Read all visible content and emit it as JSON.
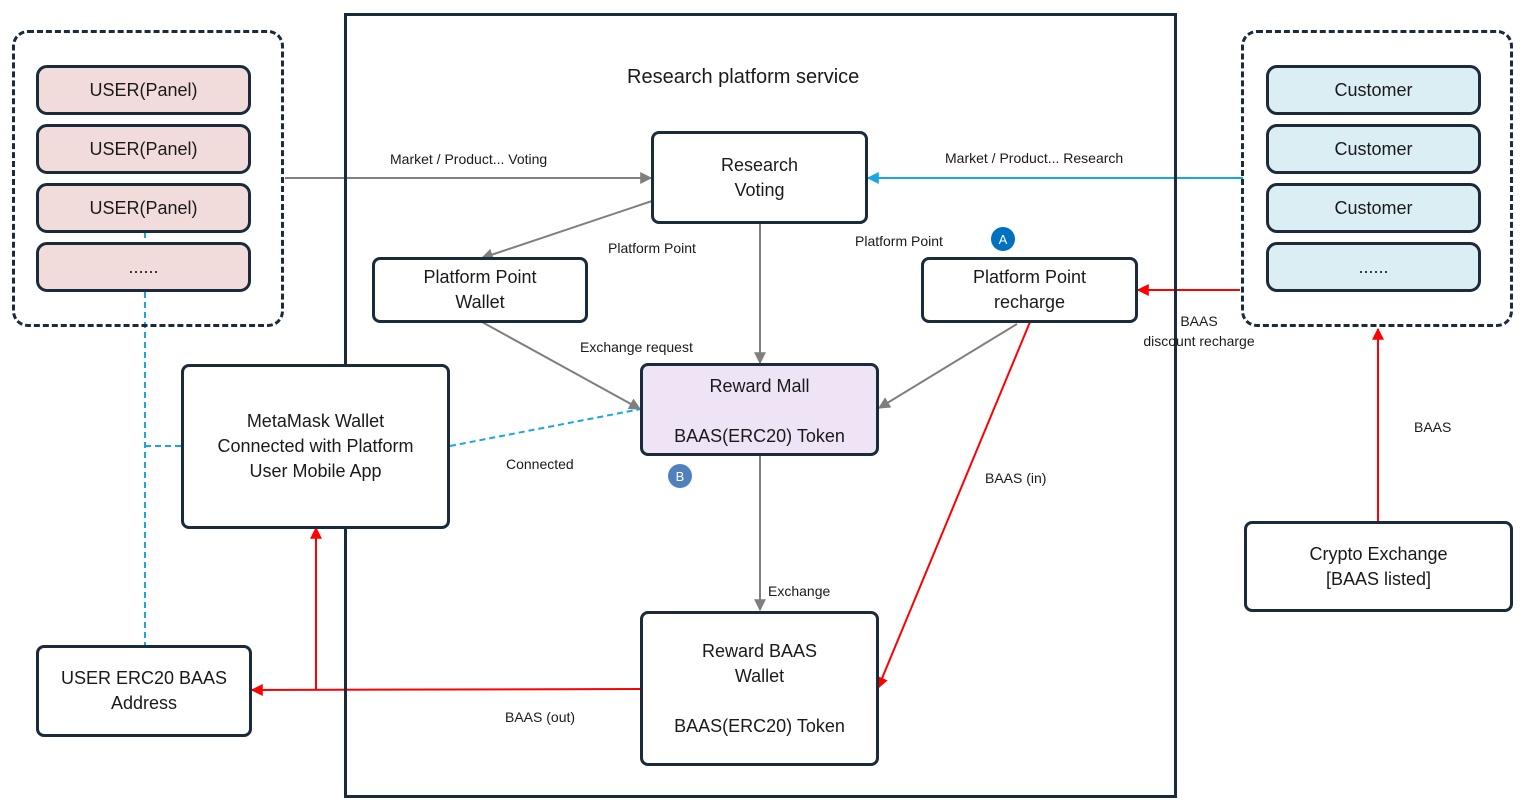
{
  "colors": {
    "outline": "#1c2b3a",
    "user_fill": "#f2dcdb",
    "customer_fill": "#dbeef3",
    "reward_mall_fill": "#efe3f6",
    "grey_arrow": "#7f7f7f",
    "blue_arrow": "#1aa7e0",
    "red_arrow": "#ff0000",
    "badge_a": "#0070c0",
    "badge_b": "#4f81bd"
  },
  "service_title": "Research platform service",
  "users": [
    "USER(Panel)",
    "USER(Panel)",
    "USER(Panel)",
    "......"
  ],
  "customers": [
    "Customer",
    "Customer",
    "Customer",
    "......"
  ],
  "nodes": {
    "research_voting": [
      "Research",
      "Voting"
    ],
    "platform_point_wallet": [
      "Platform Point",
      "Wallet"
    ],
    "platform_point_recharge": [
      "Platform Point",
      "recharge"
    ],
    "reward_mall": {
      "title": "Reward Mall",
      "token": "BAAS(ERC20) Token"
    },
    "reward_baas_wallet": {
      "line1": "Reward BAAS",
      "line2": "Wallet",
      "token": "BAAS(ERC20) Token"
    },
    "metamask": [
      "MetaMask Wallet",
      "Connected with Platform",
      "User Mobile App"
    ],
    "user_address": [
      "USER ERC20 BAAS",
      "Address"
    ],
    "crypto_exchange": [
      "Crypto Exchange",
      "[BAAS listed]"
    ]
  },
  "edge_labels": {
    "market_voting": "Market / Product... Voting",
    "market_research": "Market / Product... Research",
    "platform_point_left": "Platform Point",
    "platform_point_right": "Platform Point",
    "exchange_request": "Exchange request",
    "connected": "Connected",
    "baas_in": "BAAS (in)",
    "exchange": "Exchange",
    "baas_out": "BAAS (out)",
    "baas_discount_line1": "BAAS",
    "baas_discount_line2": "discount recharge",
    "baas_exchange": "BAAS"
  },
  "badges": {
    "a": "A",
    "b": "B"
  }
}
